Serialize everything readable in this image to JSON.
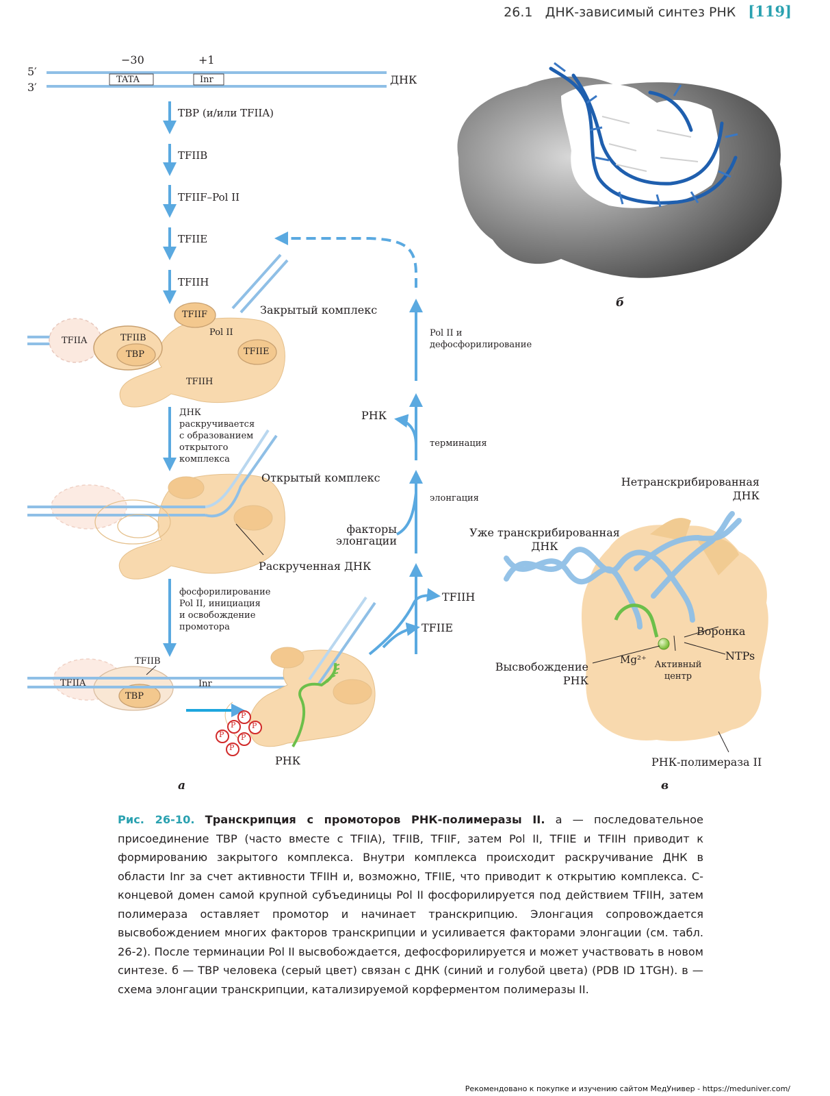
{
  "header": {
    "section": "26.1",
    "title": "ДНК-зависимый синтез РНК",
    "page": "[119]"
  },
  "panel_a": {
    "minus30": "−30",
    "plus1": "+1",
    "strand5": "5′",
    "strand3": "3′",
    "tata": "TATA",
    "inr": "Inr",
    "dna": "ДНК",
    "steps": [
      "TBP (и/или TFIIA)",
      "TFIIB",
      "TFIIF–Pol II",
      "TFIIE",
      "TFIIH"
    ],
    "closed_complex": "Закрытый комплекс",
    "proteins": {
      "tfiif": "TFIIF",
      "pol2": "Pol II",
      "tfiia": "TFIIA",
      "tfiib": "TFIIB",
      "tbp": "TBP",
      "tfiie": "TFIIE",
      "tfiih": "TFIIH"
    },
    "unwinding_step": "ДНК\nраскручивается\nс образованием\nоткрытого\nкомплекса",
    "open_complex": "Открытый комплекс",
    "unwound_dna": "Раскрученная ДНК",
    "phosphorylation_step": "фосфорилирование\nPol II, инициация\nи освобождение\nпромотора",
    "bottom": {
      "tfiib": "TFIIB",
      "tfiia": "TFIIA",
      "tbp": "TBP",
      "inr": "Inr",
      "rna": "РНК",
      "p": "P"
    },
    "released_tfiih": "TFIIH",
    "released_tfiie": "TFIIE",
    "elongation_factors": "факторы\nэлонгации",
    "elongation": "элонгация",
    "termination": "терминация",
    "rna_released": "РНК",
    "recycle": "Pol II и\nдефосфорилирование",
    "label": "а"
  },
  "panel_b": {
    "label": "б"
  },
  "panel_c": {
    "nontemplate": "Нетранскрибированная\nДНК",
    "transcribed": "Уже транскрибированная\nДНК",
    "funnel": "Воронка",
    "ntps": "NTPs",
    "rna_release": "Высвобождение\nРНК",
    "mg": "Mg²⁺",
    "active_site": "Активный\nцентр",
    "polymerase": "РНК-полимераза II",
    "label": "в"
  },
  "caption": {
    "number": "Рис. 26-10.",
    "title": "Транскрипция с промоторов РНК-полимеразы II.",
    "text": "а — последовательное присоединение TBP (часто вместе с TFIIA), TFIIB, TFIIF, затем Pol II, TFIIE и TFIIH приводит к формированию закрытого комплекса. Внутри комплекса происходит раскручивание ДНК в области Inr за счет активности TFIIH и, возможно, TFIIE, что приводит к открытию комплекса. С-концевой домен самой крупной субъединицы Pol II фосфорилируется под действием TFIIH, затем полимераза оставляет промотор и начинает транскрипцию. Элонгация сопровождается высвобождением многих факторов транскрипции и усиливается факторами элонгации (см. табл. 26-2). После терминации Pol II высвобождается, дефосфорилируется и может участвовать в новом синтезе. б — TBP человека (серый цвет) связан с ДНК (синий и голубой цвета) (PDB ID 1TGH). в — схема элонгации транскрипции, катализируемой корферментом полимеразы II."
  },
  "footer": "Рекомендовано к покупке и изучению сайтом МедУнивер - https://meduniver.com/",
  "colors": {
    "dna": "#8fbfe6",
    "arrow": "#5aa9e0",
    "protein": "#f8d9ae",
    "protein_dark": "#f3c88e",
    "rna": "#6cbf4a",
    "accent": "#2aa1b0",
    "p_red": "#d12a2a"
  }
}
